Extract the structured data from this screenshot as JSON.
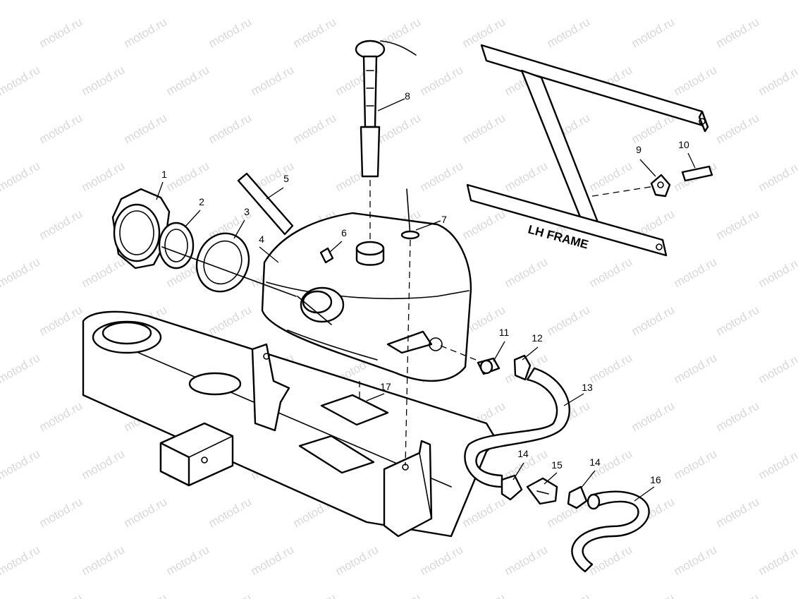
{
  "callouts": [
    "1",
    "2",
    "3",
    "4",
    "5",
    "6",
    "7",
    "8",
    "9",
    "10",
    "11",
    "12",
    "13",
    "14",
    "15",
    "14",
    "16",
    "17"
  ],
  "frame_label": "LH FRAME",
  "watermark": "motod.ru"
}
